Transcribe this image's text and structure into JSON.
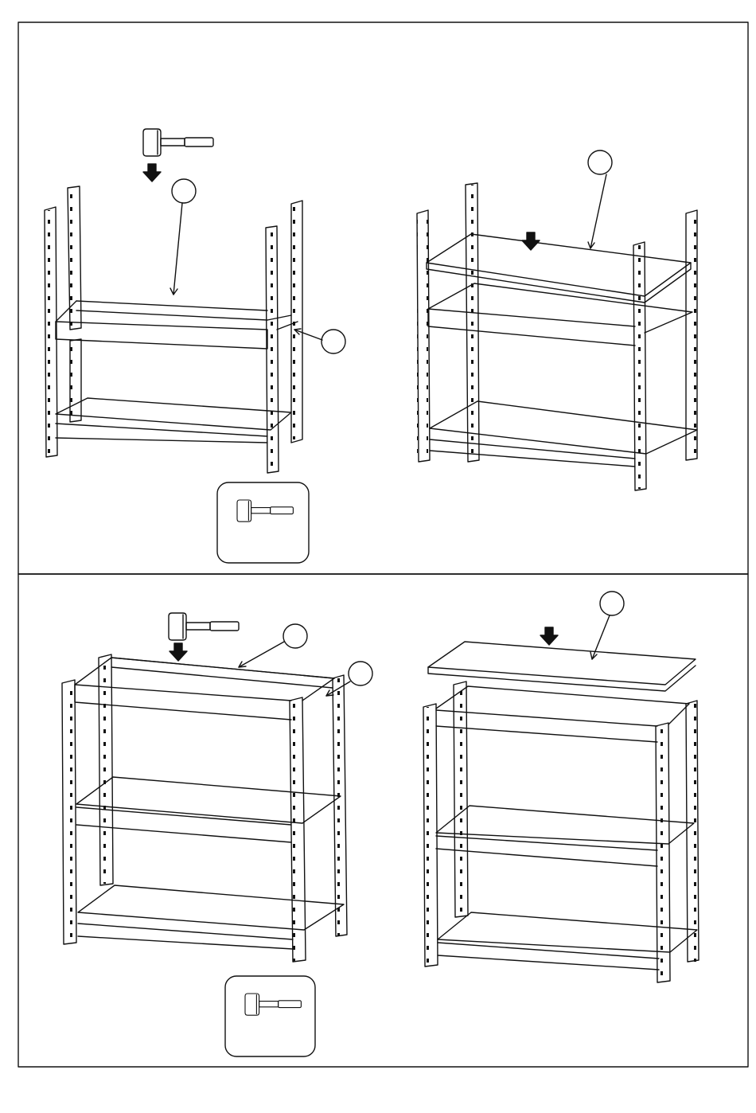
{
  "document": {
    "panels": [
      {
        "name": "step-frame-bottom-beam",
        "callouts": [
          "",
          ""
        ],
        "tool": "rubber-mallet-icon"
      },
      {
        "name": "step-place-middle-shelf",
        "callouts": [
          ""
        ],
        "tool": ""
      },
      {
        "name": "step-top-frame-beam",
        "callouts": [
          "",
          ""
        ],
        "tool": "rubber-mallet-icon"
      },
      {
        "name": "step-place-top-shelf",
        "callouts": [
          ""
        ],
        "tool": ""
      }
    ]
  }
}
